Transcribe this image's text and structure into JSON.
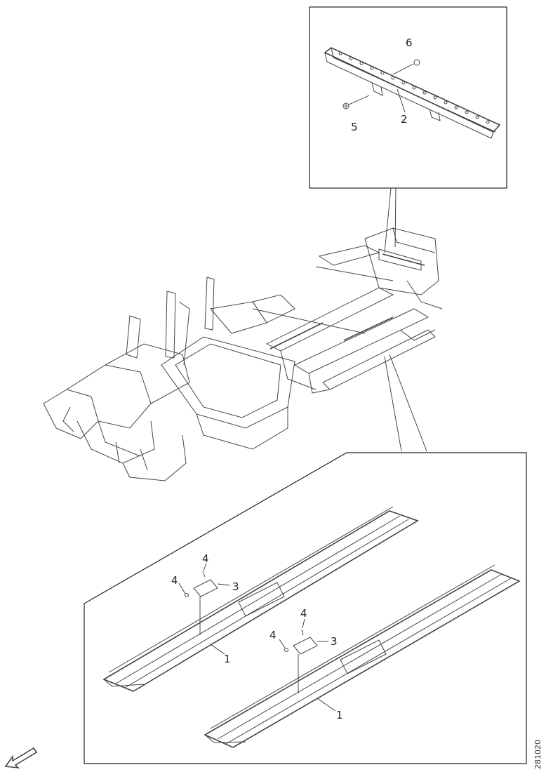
{
  "callouts": {
    "c1a": "1",
    "c1b": "1",
    "c2": "2",
    "c3a": "3",
    "c3b": "3",
    "c4a": "4",
    "c4b": "4",
    "c4c": "4",
    "c4d": "4",
    "c5": "5",
    "c6": "6"
  },
  "document_number": "281020",
  "icons": {
    "direction_arrow": "front-direction-arrow-icon"
  },
  "colors": {
    "line": "#444444",
    "background": "#ffffff"
  }
}
